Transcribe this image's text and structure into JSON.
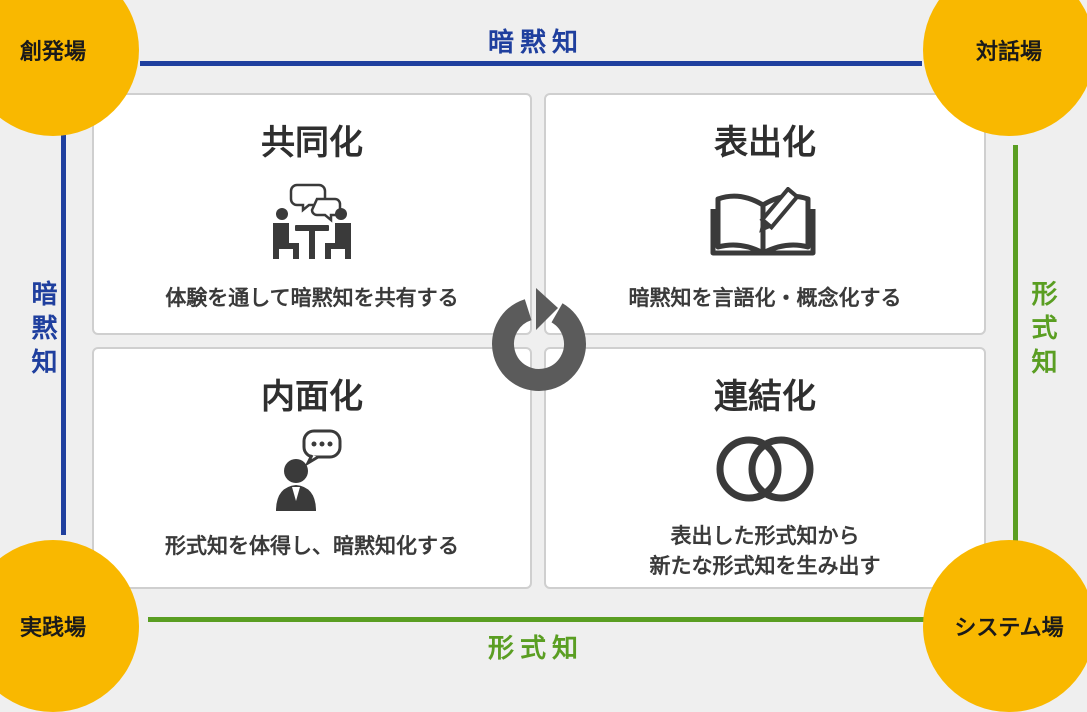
{
  "edges": {
    "top": "暗黙知",
    "bottom": "形式知",
    "left": "暗黙知",
    "right": "形式知"
  },
  "places": {
    "top_left": "創発場",
    "top_right": "対話場",
    "bottom_left": "実践場",
    "bottom_right": "システム場"
  },
  "quadrants": {
    "socialization": {
      "title": "共同化",
      "desc": "体験を通して暗黙知を共有する",
      "icon": "meeting-icon"
    },
    "externalization": {
      "title": "表出化",
      "desc": "暗黙知を言語化・概念化する",
      "icon": "book-pen-icon"
    },
    "internalization": {
      "title": "内面化",
      "desc": "形式知を体得し、暗黙知化する",
      "icon": "person-thinking-icon"
    },
    "combination": {
      "title": "連結化",
      "desc_line1": "表出した形式知から",
      "desc_line2": "新たな形式知を生み出す",
      "icon": "linked-rings-icon"
    }
  },
  "colors": {
    "tacit": "#1f3f9e",
    "explicit": "#5a9e22",
    "place": "#f9b800",
    "icon": "#3a3a3a"
  },
  "cycle_icon": "cycle-arrow-icon"
}
